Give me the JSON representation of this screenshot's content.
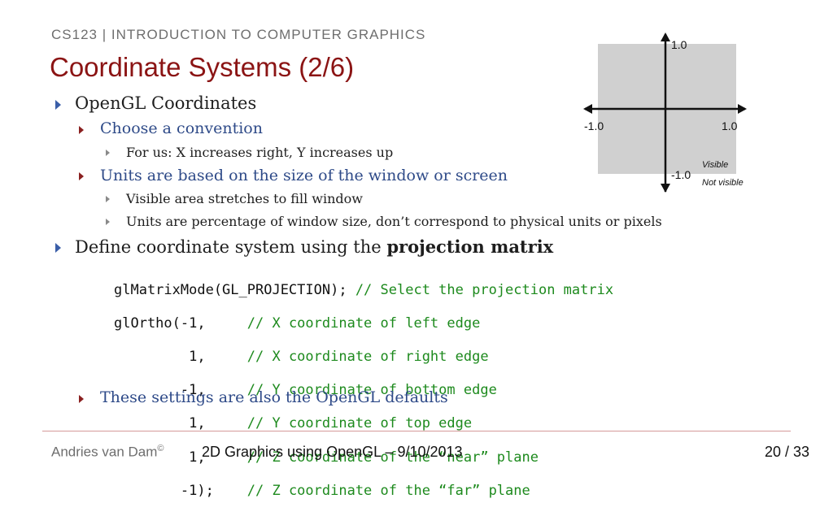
{
  "header": {
    "course": "CS123 | INTRODUCTION TO COMPUTER GRAPHICS",
    "title": "Coordinate Systems (2/6)"
  },
  "bullets": {
    "b1": "OpenGL Coordinates",
    "b1_1": "Choose a convention",
    "b1_1_1": "For us: X increases right, Y increases up",
    "b1_2": "Units are based on the size of the window or screen",
    "b1_2_1": "Visible area stretches to fill window",
    "b1_2_2": "Units are percentage of window size, don’t correspond to physical units or pixels",
    "b2_prefix": "Define coordinate system using the ",
    "b2_bold": "projection matrix",
    "b2_1": "These settings are also the OpenGL defaults"
  },
  "code": [
    {
      "code": "glMatrixMode(GL_PROJECTION); ",
      "comment": "// Select the projection matrix"
    },
    {
      "code": "glOrtho(-1,     ",
      "comment": "// X coordinate of left edge"
    },
    {
      "code": "         1,     ",
      "comment": "// X coordinate of right edge"
    },
    {
      "code": "        -1,     ",
      "comment": "// Y coordinate of bottom edge"
    },
    {
      "code": "         1,     ",
      "comment": "// Y coordinate of top edge"
    },
    {
      "code": "         1,     ",
      "comment": "// Z coordinate of the “near” plane"
    },
    {
      "code": "        -1);    ",
      "comment": "// Z coordinate of the “far” plane"
    }
  ],
  "diagram": {
    "y_top": "1.0",
    "x_left": "-1.0",
    "x_right": "1.0",
    "y_bottom": "-1.0",
    "legend_visible": "Visible",
    "legend_not_visible": "Not visible",
    "visible_color": "#d0d0d0"
  },
  "footer": {
    "author": "Andries van Dam",
    "author_mark": "©",
    "lecture": "2D Graphics using OpenGL – 9/10/2013",
    "page": "20",
    "total": "/ 33"
  }
}
